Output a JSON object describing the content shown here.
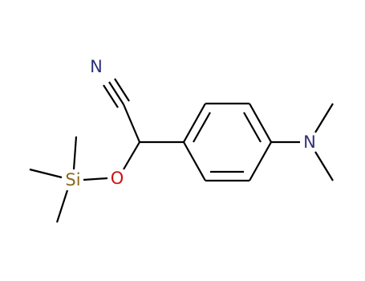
{
  "molecule": {
    "atoms": {
      "nitrile_n": "N",
      "amine_n": "N",
      "oxygen": "O",
      "silicon": "Si"
    },
    "colors": {
      "bond": "#000000",
      "nitrogen": "#30307a",
      "oxygen": "#cc1111",
      "silicon": "#8a6a1e"
    }
  }
}
